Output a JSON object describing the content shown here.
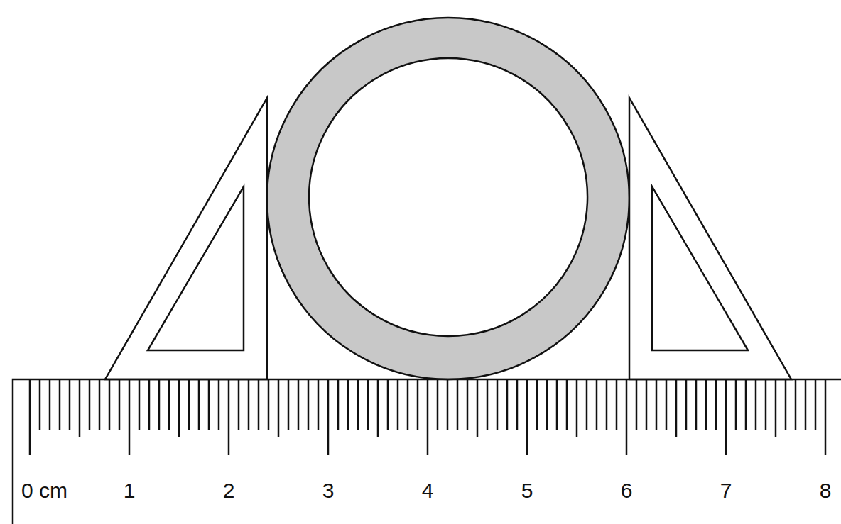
{
  "diagram": {
    "labels": [
      "0 cm",
      "1",
      "2",
      "3",
      "4",
      "5",
      "6",
      "7",
      "8"
    ]
  }
}
